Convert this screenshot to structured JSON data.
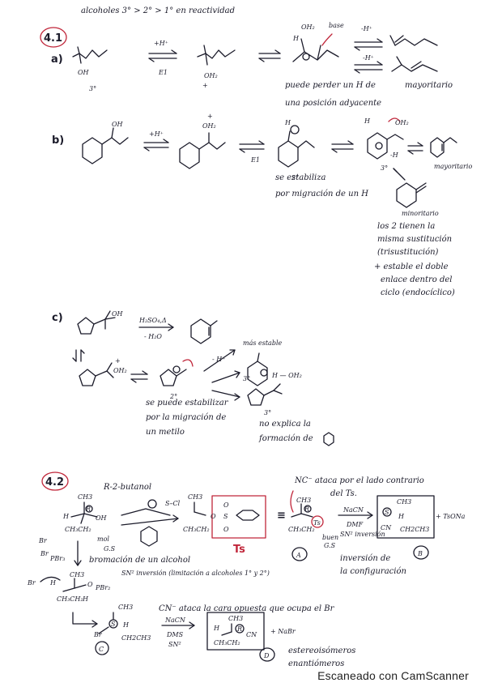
{
  "header": {
    "line": "alcoholes  3° > 2° > 1°   en   reactividad"
  },
  "section_4_1": {
    "number": "4.1",
    "a": {
      "label": "a)",
      "oh": "OH",
      "degree": "3°",
      "arrow_top": "+H⁺",
      "arrow_bottom": "E1",
      "oh2": "OH₂",
      "plus": "+",
      "cation_h": "H",
      "cation_oh2": "OH₂",
      "base": "base",
      "minus_h_top": "-H⁺",
      "minus_h_bottom": "-H⁺",
      "mayoritario": "mayoritario",
      "note_line1": "puede perder un H de",
      "note_line2": "una posición adyacente"
    },
    "b": {
      "label": "b)",
      "oh": "OH",
      "arrow_top": "+H⁺",
      "oh2": "OH₂",
      "plus": "+",
      "arrow_bottom": "E1",
      "degree_2": "2°",
      "degree_3": "3°",
      "cation_h": "H",
      "cation_oh2": "OH₂",
      "minus_h": "-H",
      "product": "mayoritario",
      "product2": "minoritario",
      "note_line1": "se estabiliza",
      "note_line2": "por migración de un H",
      "side_note": [
        "los 2 tienen la",
        "misma sustitución",
        "(trisustitución)",
        "+ estable el doble",
        "enlace dentro del",
        "ciclo (endocíclico)"
      ]
    },
    "c": {
      "label": "c)",
      "oh": "OH",
      "reagent": "H₂SO₄,Δ",
      "minus_h2o": "- H₂O",
      "oh2": "OH₂",
      "plus": "+",
      "degree_2": "2°",
      "degree_3a": "3°",
      "degree_3b": "3°",
      "minus_h": "- H⁺",
      "mas_estable": "más estable",
      "h_oh2": "H — OH₂",
      "note_left": [
        "se puede estabilizar",
        "por la migración de",
        "un metilo"
      ],
      "note_right": [
        "no explica la",
        "formación de"
      ]
    }
  },
  "section_4_2": {
    "number": "4.2",
    "r_butanol": "R-2-butanol",
    "ch3": "CH3",
    "ch3ch2": "CH₃CH₂",
    "oh": "OH",
    "h": "H",
    "r_tag": "R",
    "tscl": "S–Cl",
    "pyr_note": "mol",
    "gs": "G.S",
    "ts_box_label": "Ts",
    "ts_o": "O",
    "ts_s": "S",
    "equals": "≡",
    "nc_note": "NC⁻ ataca por el lado contrario",
    "nc_note2": "del Ts.",
    "nacn": "NaCN",
    "dmf": "DMF",
    "sn2_inv": "SN² inversión",
    "buen_gs": "buen",
    "buen_gs2": "G.S",
    "tsoh": "+ TsONa",
    "inv_note": [
      "inversión de",
      "la configuración"
    ],
    "label_a": "A",
    "label_b": "B",
    "s_tag": "S",
    "cn": "CN",
    "pbr3_left": "PBr₃",
    "br_minus": "Br",
    "br_note": "bromación de un alcohol",
    "br_note2": "SN² inversión (limitación a alcoholes 1° y 2°)",
    "pbr2": "PBr₂",
    "o_plus": "O",
    "cn_note": "CN⁻ ataca la cara opuesta que ocupa el Br",
    "nacn2": "NaCN",
    "dms": "DMS",
    "sn2": "SN²",
    "label_c": "C",
    "label_d": "D",
    "nabr": "+ NaBr",
    "ester_note": [
      "estereoisómeros",
      "enantiómeros"
    ],
    "br_label": "Br",
    "ch2ch3": "CH2CH3",
    "h_lbl": "H",
    "ch3ch2b": "CH₃CH₂"
  },
  "watermark": "Escaneado con CamScanner"
}
